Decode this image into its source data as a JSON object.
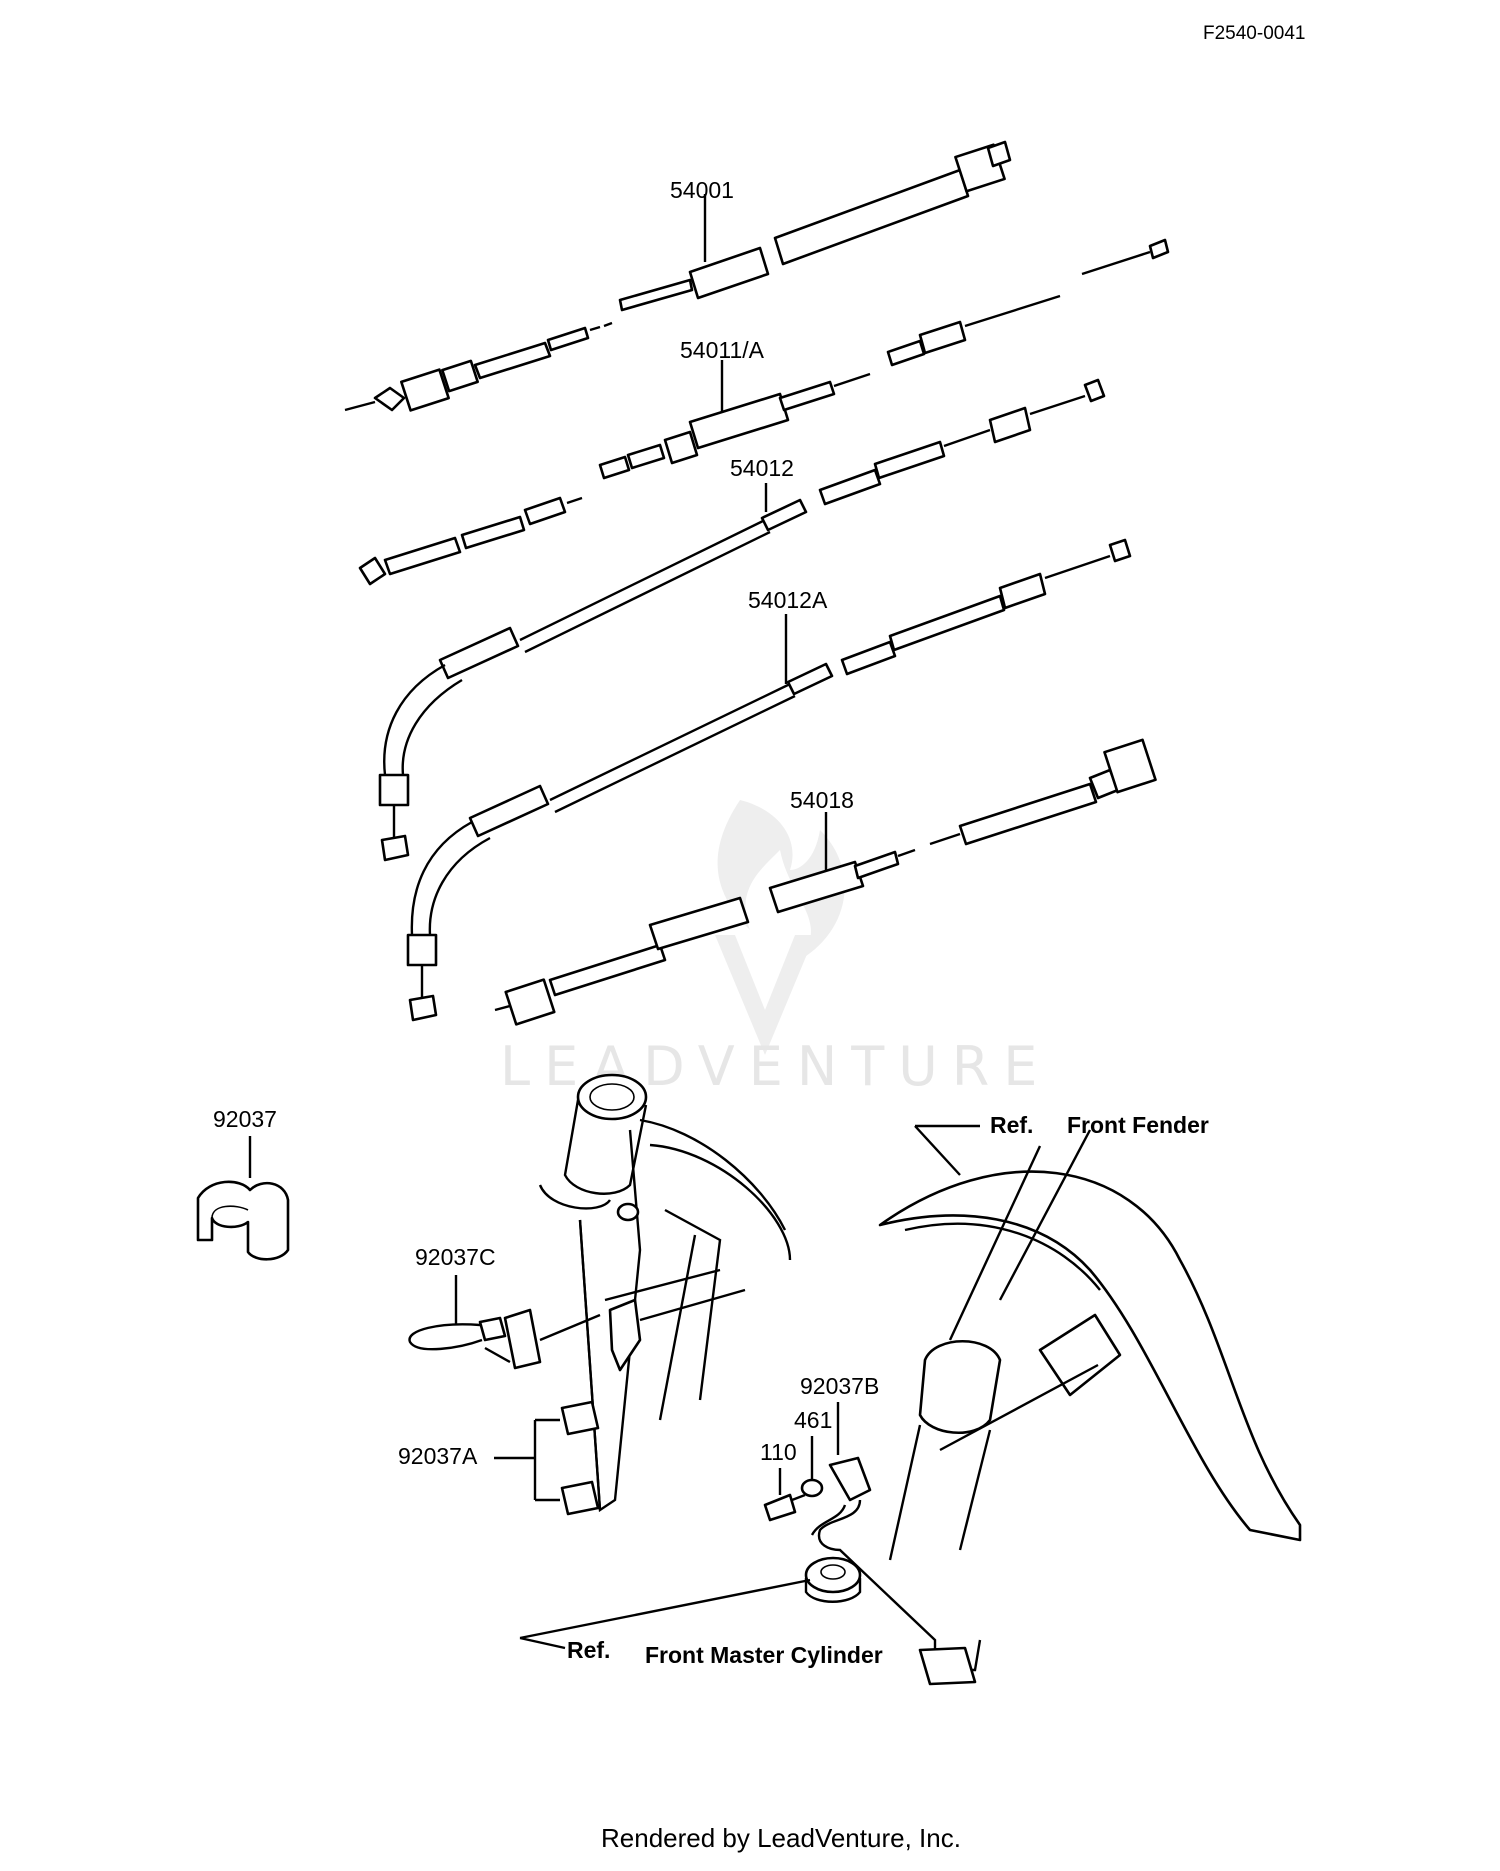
{
  "diagram_code": "F2540-0041",
  "credit": "Rendered by LeadVenture, Inc.",
  "watermark": "LEADVENTURE",
  "part_labels": {
    "p54001": "54001",
    "p54011A": "54011/A",
    "p54012": "54012",
    "p54012A": "54012A",
    "p54018": "54018",
    "p92037": "92037",
    "p92037C": "92037C",
    "p92037A": "92037A",
    "p92037B": "92037B",
    "p461": "461",
    "p110": "110"
  },
  "references": {
    "fender_ref": "Ref.",
    "fender_name": "Front Fender",
    "cylinder_ref": "Ref.",
    "cylinder_name": "Front Master Cylinder"
  }
}
